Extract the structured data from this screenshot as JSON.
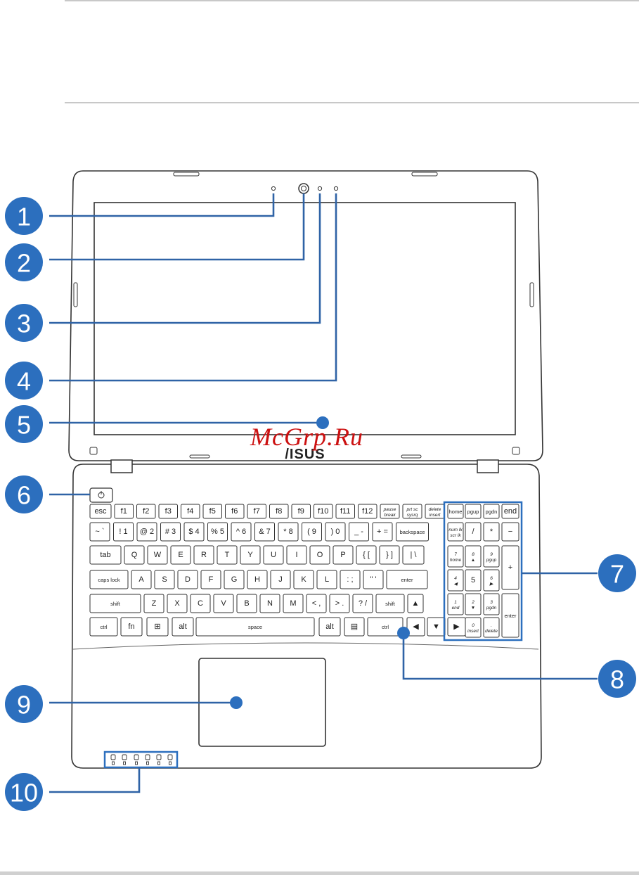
{
  "watermark": "McGrp.Ru",
  "brand_logo": "/ISUS",
  "colors": {
    "callout": "#2c6fbe",
    "line": "#2f63a6",
    "outline": "#333333"
  },
  "callouts": [
    "1",
    "2",
    "3",
    "4",
    "5",
    "6",
    "7",
    "8",
    "9",
    "10"
  ],
  "keyboard": {
    "row1": [
      "esc",
      "f1",
      "f2",
      "f3",
      "f4",
      "f5",
      "f6",
      "f7",
      "f8",
      "f9",
      "f10",
      "f11",
      "f12",
      "pause\nbreak",
      "prt sc\nsysrq",
      "delete\ninsert"
    ],
    "row2": [
      "~ `",
      "! 1",
      "@ 2",
      "# 3",
      "$ 4",
      "% 5",
      "^ 6",
      "& 7",
      "* 8",
      "( 9",
      ") 0",
      "_ -",
      "+ =",
      "backspace"
    ],
    "row3": [
      "tab",
      "Q",
      "W",
      "E",
      "R",
      "T",
      "Y",
      "U",
      "I",
      "O",
      "P",
      "{ [",
      "} ]",
      "| \\"
    ],
    "row4": [
      "caps lock",
      "A",
      "S",
      "D",
      "F",
      "G",
      "H",
      "J",
      "K",
      "L",
      ": ;",
      "\" '",
      "enter"
    ],
    "row5": [
      "shift",
      "Z",
      "X",
      "C",
      "V",
      "B",
      "N",
      "M",
      "< ,",
      "> .",
      "? /",
      "shift",
      "▲"
    ],
    "row6": [
      "ctrl",
      "fn",
      "⊞",
      "alt",
      "",
      "alt",
      "▤",
      "ctrl",
      "◀",
      "▼",
      "▶"
    ],
    "numpad": {
      "top": [
        "home",
        "pgup",
        "pgdn",
        "end"
      ],
      "r2": [
        "num lk\nscr lk",
        "/",
        "*",
        "−"
      ],
      "r3": [
        "7\nhome",
        "8\n▲",
        "9\npgup"
      ],
      "r4": [
        "4\n◀",
        "5",
        "6\n▶"
      ],
      "r5": [
        "1\nend",
        "2\n▼",
        "3\npgdn"
      ],
      "r6": [
        "0\ninsert",
        ".\ndelete"
      ],
      "plus": "+",
      "enter": "enter"
    }
  }
}
